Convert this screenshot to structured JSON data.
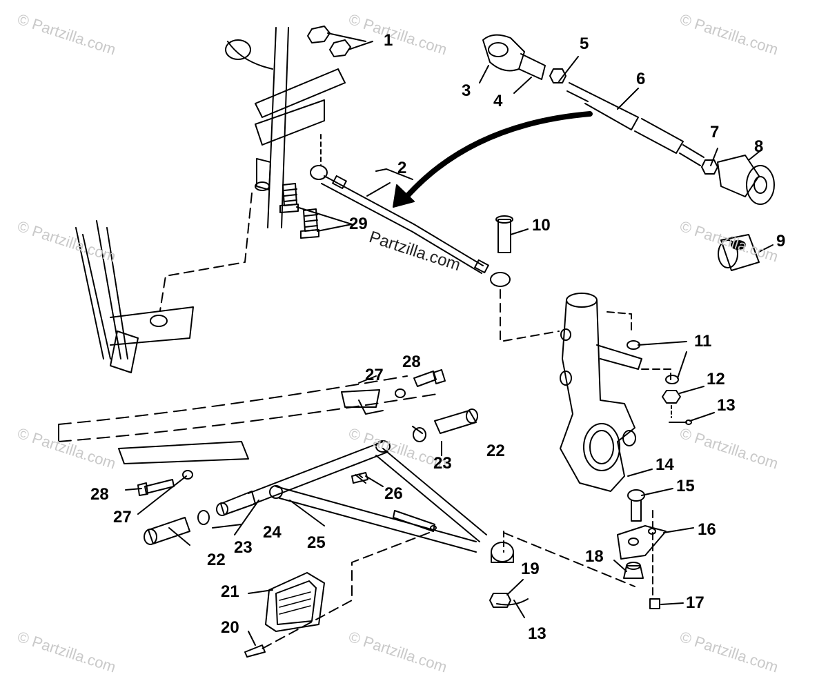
{
  "diagram": {
    "callouts": [
      "1",
      "2",
      "3",
      "4",
      "5",
      "6",
      "7",
      "8",
      "9",
      "10",
      "11",
      "12",
      "13",
      "13",
      "14",
      "15",
      "16",
      "17",
      "18",
      "19",
      "20",
      "21",
      "22",
      "22",
      "23",
      "23",
      "24",
      "25",
      "26",
      "27",
      "27",
      "28",
      "28",
      "29"
    ],
    "watermark": "© Partzilla.com",
    "center_watermark": "Partzilla.com",
    "line_color": "#000000",
    "watermark_color": "#c9c9c9"
  }
}
